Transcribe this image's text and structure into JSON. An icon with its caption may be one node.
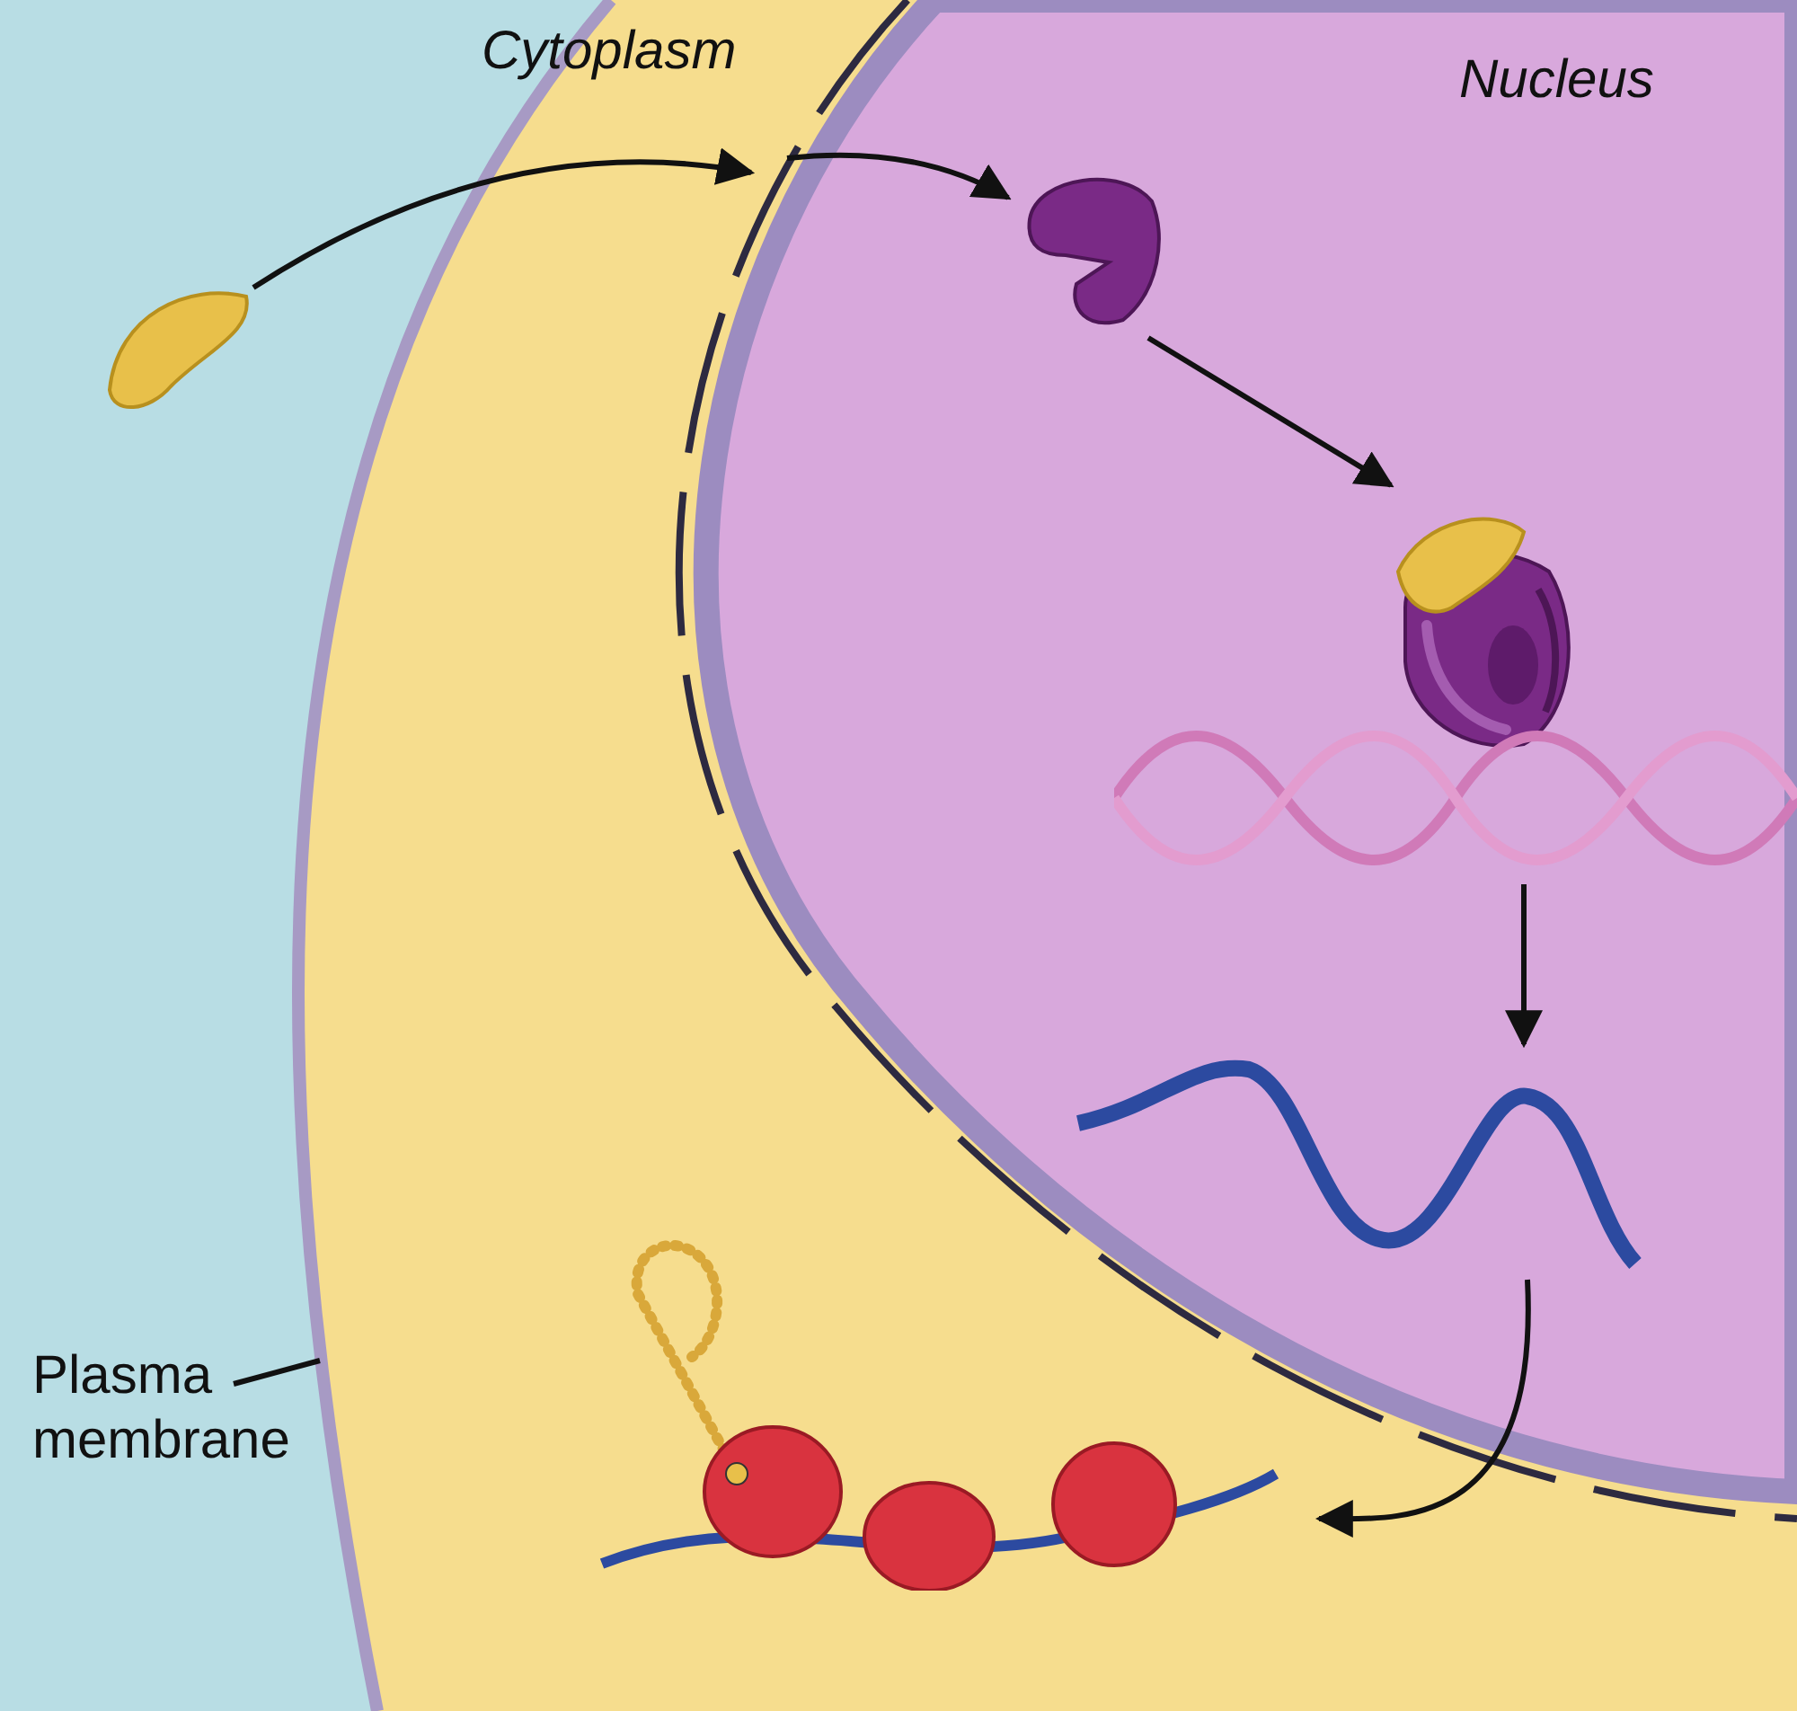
{
  "diagram": {
    "nodes": [
      {
        "text": [],
        "shape": "picture"
      },
      {
        "text": [],
        "shape": "picture"
      },
      {
        "text": [],
        "shape": "picture"
      },
      {
        "text": [],
        "shape": "picture"
      },
      {
        "text": [],
        "shape": "picture"
      },
      {
        "text": [],
        "shape": "picture"
      },
      {
        "text": [
          "Plasma membrane"
        ]
      },
      {
        "text": [],
        "shape": "picture"
      }
    ],
    "edges": [
      {
        "from": 0,
        "to": null,
        "arrow": "to"
      },
      {
        "from": null,
        "to": 1,
        "arrow": "to"
      },
      {
        "from": 1,
        "to": 2,
        "arrow": "to"
      },
      {
        "from": 3,
        "to": 4,
        "arrow": "to"
      },
      {
        "from": 4,
        "to": 5,
        "arrow": "to"
      },
      {
        "from": 6,
        "to": 7,
        "arrow": "none"
      }
    ],
    "labels": [
      "Cytoplasm",
      "Nucleus"
    ]
  }
}
